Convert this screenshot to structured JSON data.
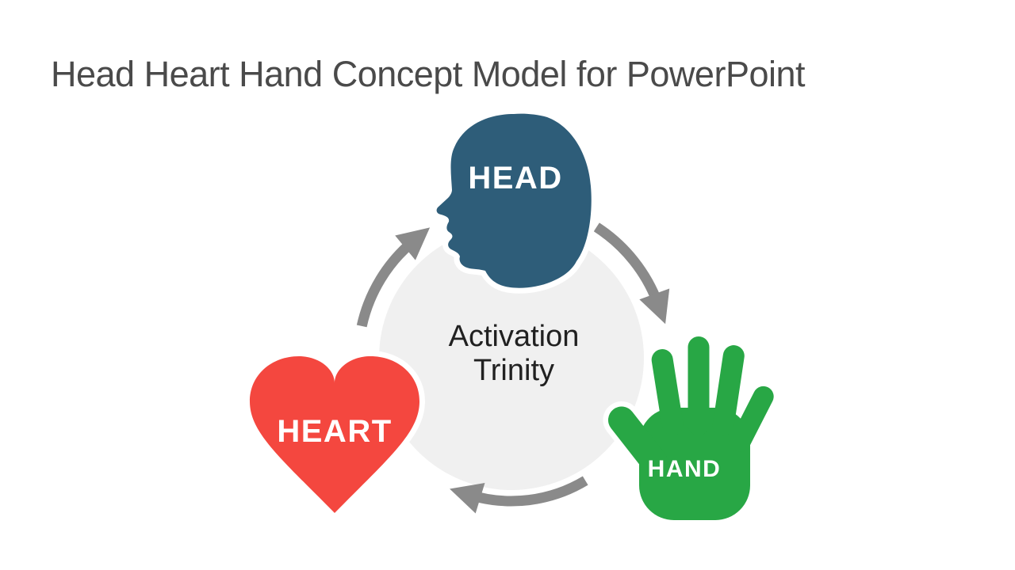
{
  "slide": {
    "title": "Head Heart Hand Concept Model for PowerPoint",
    "center": {
      "line1": "Activation",
      "line2": "Trinity"
    },
    "nodes": [
      {
        "id": "head",
        "label": "HEAD",
        "icon": "head-silhouette-icon",
        "color": "#2E5D79"
      },
      {
        "id": "heart",
        "label": "HEART",
        "icon": "heart-icon",
        "color": "#F4473F"
      },
      {
        "id": "hand",
        "label": "HAND",
        "icon": "hand-icon",
        "color": "#28A745"
      }
    ],
    "cycle": {
      "direction": "clockwise",
      "arrows": [
        "heart-to-head",
        "head-to-hand",
        "hand-to-heart"
      ]
    },
    "colors": {
      "circle_fill": "#F0F0F0",
      "arrow": "#8A8A8A",
      "title_text": "#4A4A4A",
      "center_text": "#212121",
      "label_text": "#FFFFFF",
      "halo": "#FFFFFF"
    }
  }
}
